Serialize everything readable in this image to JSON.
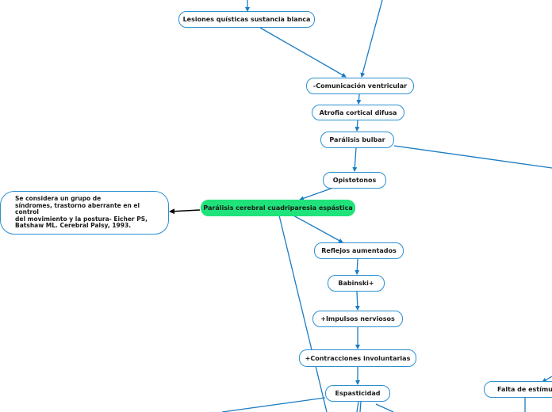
{
  "colors": {
    "line": "#1b7cc4",
    "border": "#2b8fd0",
    "central_fill": "#1fe37a",
    "note_arrow": "#000000"
  },
  "nodes": {
    "lesiones": "Lesiones quísticas sustancia blanca",
    "comunicacion": "-Comunicación ventricular",
    "atrofia": "Atrofia cortical difusa",
    "paralisis_bulbar": "Parálisis bulbar",
    "opistotonos": "Opistotonos",
    "central": "Parálisis cerebral cuadriparesia espástica",
    "reflejos": "Reflejos aumentados",
    "babinski": "Babinski+",
    "impulsos": "+Impulsos nerviosos",
    "contracciones": "+Contracciones involuntarias",
    "espasticidad": "Espasticidad",
    "falta": "Falta de estímulos",
    "note": "Se considera un grupo de\nsíndromes, trastorno aberrante en el\ncontrol\ndel movimiento y la postura- Eicher PS,\nBatshaw ML. Cerebral Palsy, 1993."
  }
}
